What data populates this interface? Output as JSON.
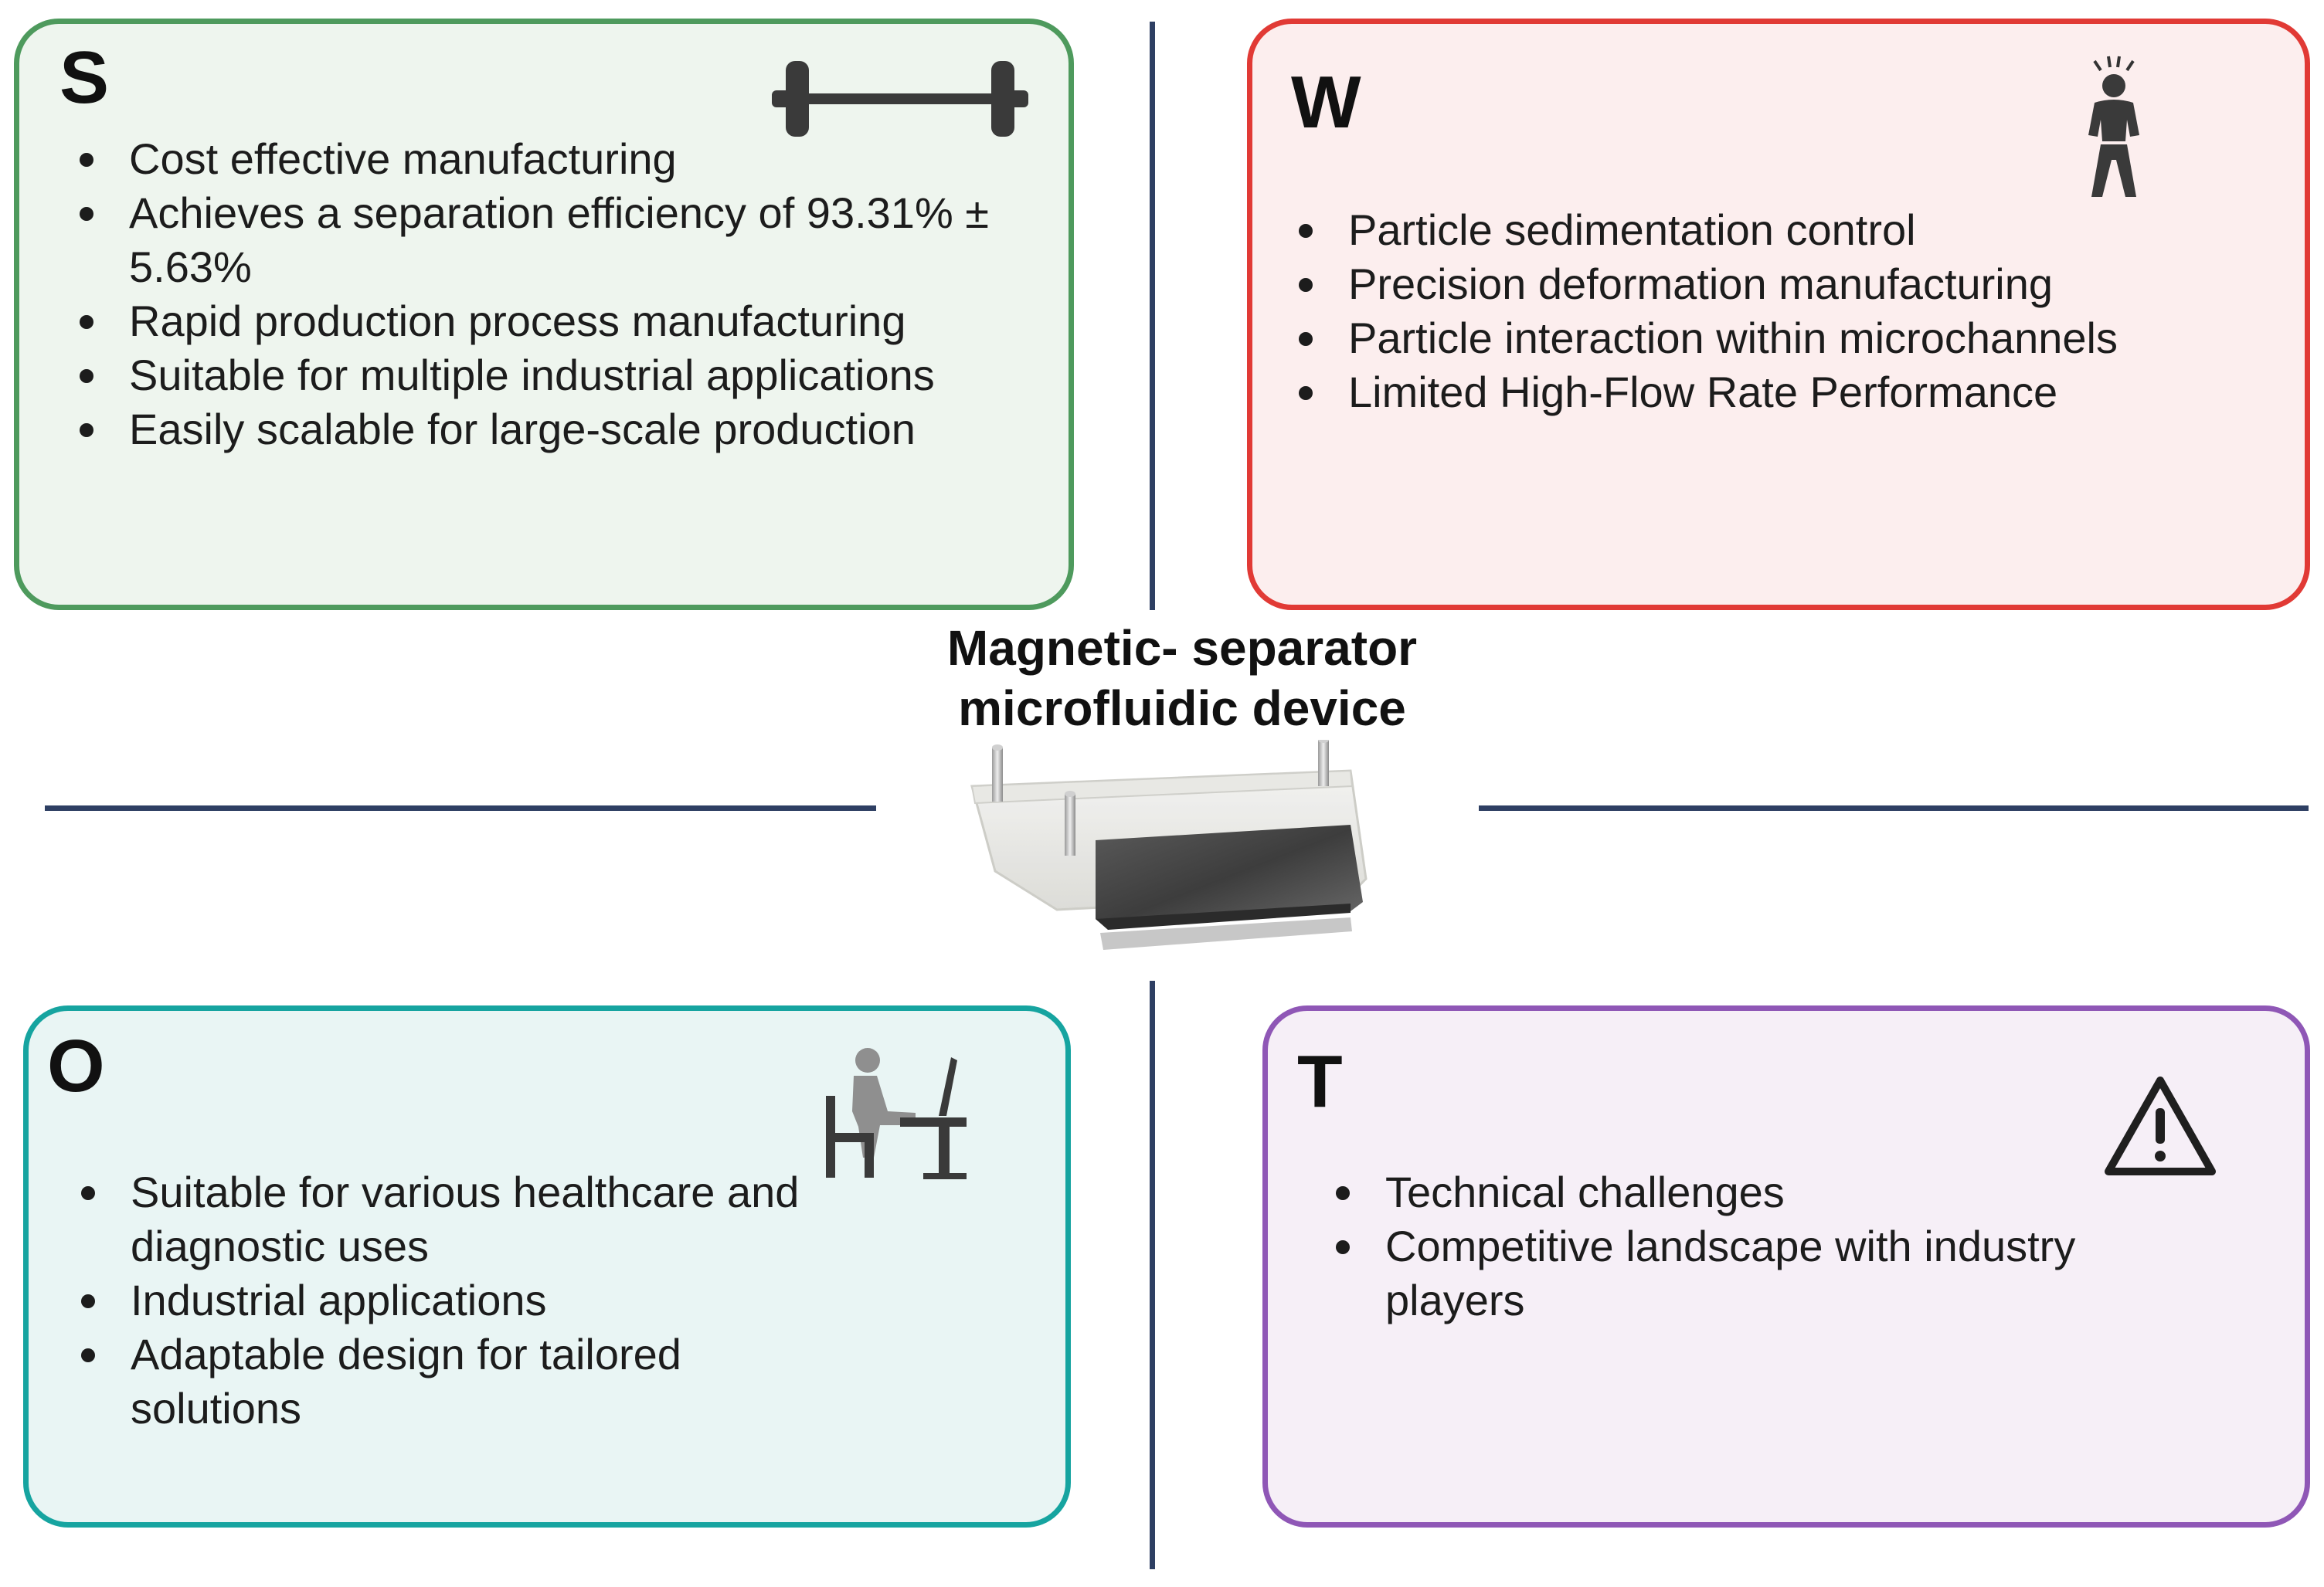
{
  "center": {
    "title_line1": "Magnetic- separator",
    "title_line2": "microfluidic device",
    "image_icon": "magnetic-separator-device-photo"
  },
  "quadrants": {
    "strengths": {
      "letter": "S",
      "icon": "barbell-icon",
      "color": "#4e9a5d",
      "items": [
        "Cost effective manufacturing",
        "Achieves a separation efficiency of 93.31% ± 5.63%",
        "Rapid production process manufacturing",
        "Suitable for multiple industrial applications",
        "Easily scalable for large-scale production"
      ]
    },
    "weaknesses": {
      "letter": "W",
      "icon": "tired-person-icon",
      "color": "#e13a35",
      "items": [
        "Particle sedimentation control",
        "Precision deformation manufacturing",
        "Particle interaction within microchannels",
        "Limited High-Flow Rate Performance"
      ]
    },
    "opportunities": {
      "letter": "O",
      "icon": "person-at-desk-icon",
      "color": "#16a4a0",
      "items": [
        "Suitable for various healthcare and diagnostic uses",
        "Industrial applications",
        "Adaptable design for tailored solutions"
      ]
    },
    "threats": {
      "letter": "T",
      "icon": "warning-triangle-icon",
      "color": "#8f57b6",
      "items": [
        "Technical challenges",
        "Competitive landscape with industry players"
      ]
    }
  }
}
